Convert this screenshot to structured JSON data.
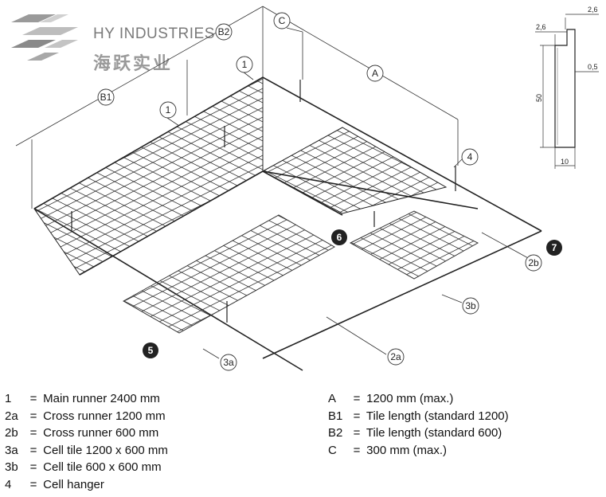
{
  "brand": {
    "name": "HY INDUSTRIES",
    "chinese": "海跃实业"
  },
  "callouts": {
    "c1a": "1",
    "c1b": "1",
    "b2": "B2",
    "b1": "B1",
    "c": "C",
    "a": "A",
    "c4": "4",
    "c6": "6",
    "c7": "7",
    "c5": "5",
    "c2b": "2b",
    "c3b": "3b",
    "c3a": "3a",
    "c2a": "2a"
  },
  "profile": {
    "top_width": "2,6",
    "left_width": "2,6",
    "lip": "0,5",
    "height": "50",
    "base": "10"
  },
  "legend_left": [
    {
      "key": "1",
      "text": "Main runner 2400 mm"
    },
    {
      "key": "2a",
      "text": "Cross runner 1200 mm"
    },
    {
      "key": "2b",
      "text": "Cross runner 600 mm"
    },
    {
      "key": "3a",
      "text": "Cell tile 1200 x 600 mm"
    },
    {
      "key": "3b",
      "text": "Cell tile 600 x 600 mm"
    },
    {
      "key": "4",
      "text": "Cell hanger"
    }
  ],
  "legend_right": [
    {
      "key": "A",
      "text": "1200 mm (max.)"
    },
    {
      "key": "B1",
      "text": "Tile length (standard 1200)"
    },
    {
      "key": "B2",
      "text": "Tile length (standard 600)"
    },
    {
      "key": "C",
      "text": "300 mm (max.)"
    }
  ],
  "equals_sign": "="
}
